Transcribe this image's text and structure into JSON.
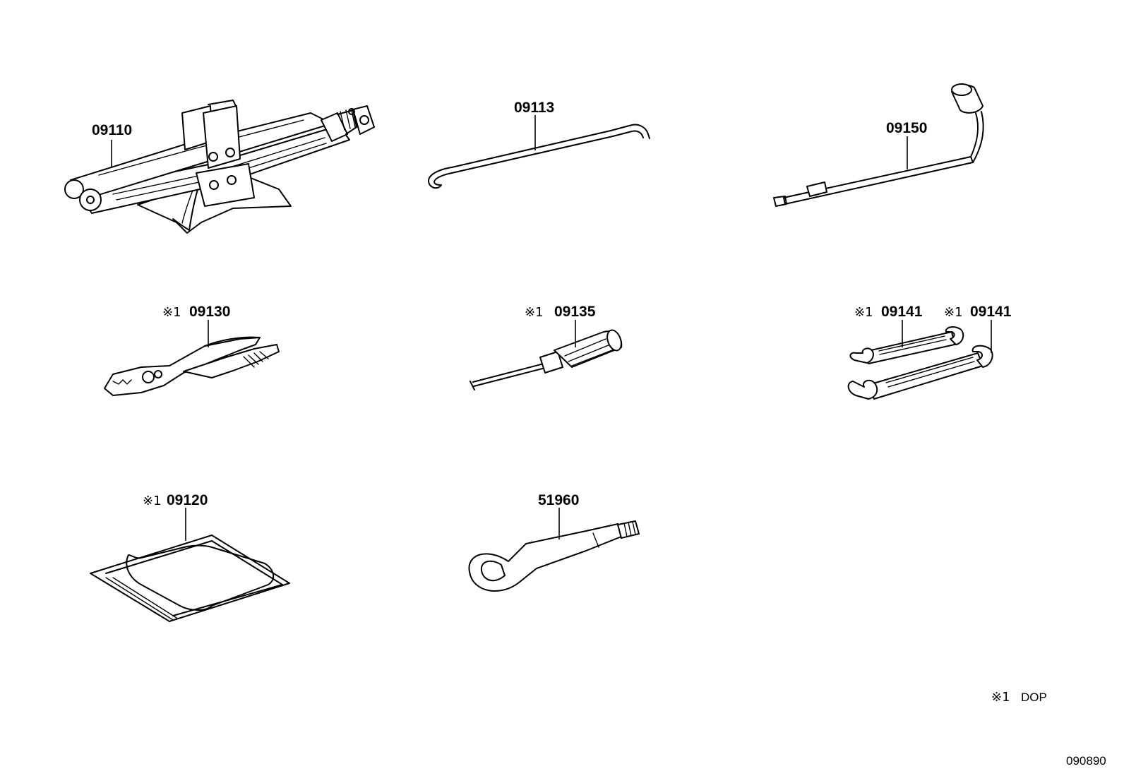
{
  "parts": {
    "jack": {
      "number": "09110",
      "mark": ""
    },
    "jack_handle": {
      "number": "09113",
      "mark": ""
    },
    "lug_wrench": {
      "number": "09150",
      "mark": ""
    },
    "pliers": {
      "number": "09130",
      "mark": "※1"
    },
    "screwdriver": {
      "number": "09135",
      "mark": "※1"
    },
    "wrench_small": {
      "number": "09141",
      "mark": "※1"
    },
    "wrench_large": {
      "number": "09141",
      "mark": "※1"
    },
    "tool_bag": {
      "number": "09120",
      "mark": "※1"
    },
    "towing_eye": {
      "number": "51960",
      "mark": ""
    }
  },
  "legend": {
    "mark": "※1",
    "text": "DOP"
  },
  "diagram_id": "090890"
}
